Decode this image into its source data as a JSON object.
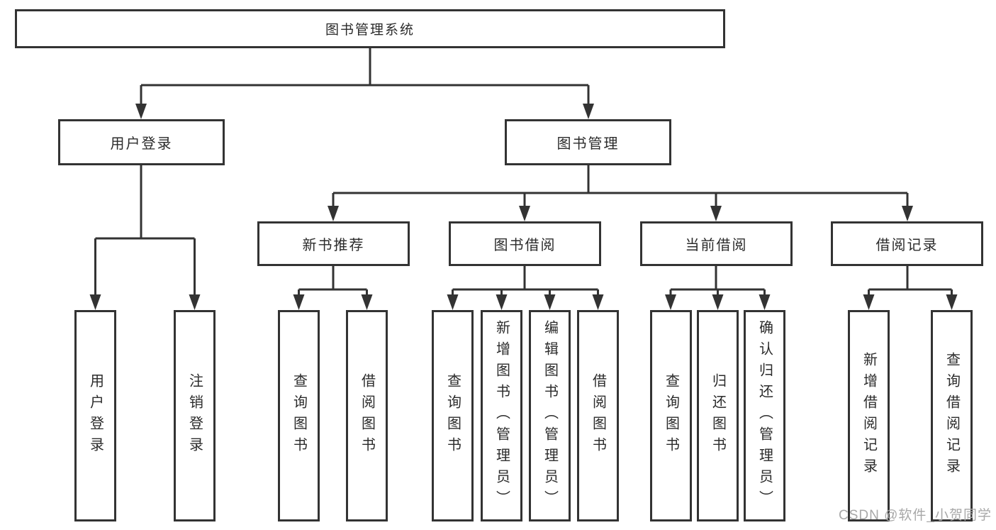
{
  "tree": {
    "root": {
      "label": "图书管理系统"
    },
    "branches": [
      {
        "label": "用户登录",
        "children": [
          "用户登录",
          "注销登录"
        ]
      },
      {
        "label": "图书管理",
        "sections": [
          {
            "label": "新书推荐",
            "children": [
              "查询图书",
              "借阅图书"
            ]
          },
          {
            "label": "图书借阅",
            "children": [
              "查询图书",
              "新增图书（管理员）",
              "编辑图书（管理员）",
              "借阅图书"
            ]
          },
          {
            "label": "当前借阅",
            "children": [
              "查询图书",
              "归还图书",
              "确认归还（管理员）"
            ]
          },
          {
            "label": "借阅记录",
            "children": [
              "新增借阅记录",
              "查询借阅记录"
            ]
          }
        ]
      }
    ]
  },
  "watermark": {
    "text": "CSDN @软件_小贺同学"
  },
  "colors": {
    "line": "#333333",
    "box_border": "#333333",
    "text": "#2b2b2b",
    "background": "#ffffff",
    "watermark": "#a8a8a8"
  }
}
